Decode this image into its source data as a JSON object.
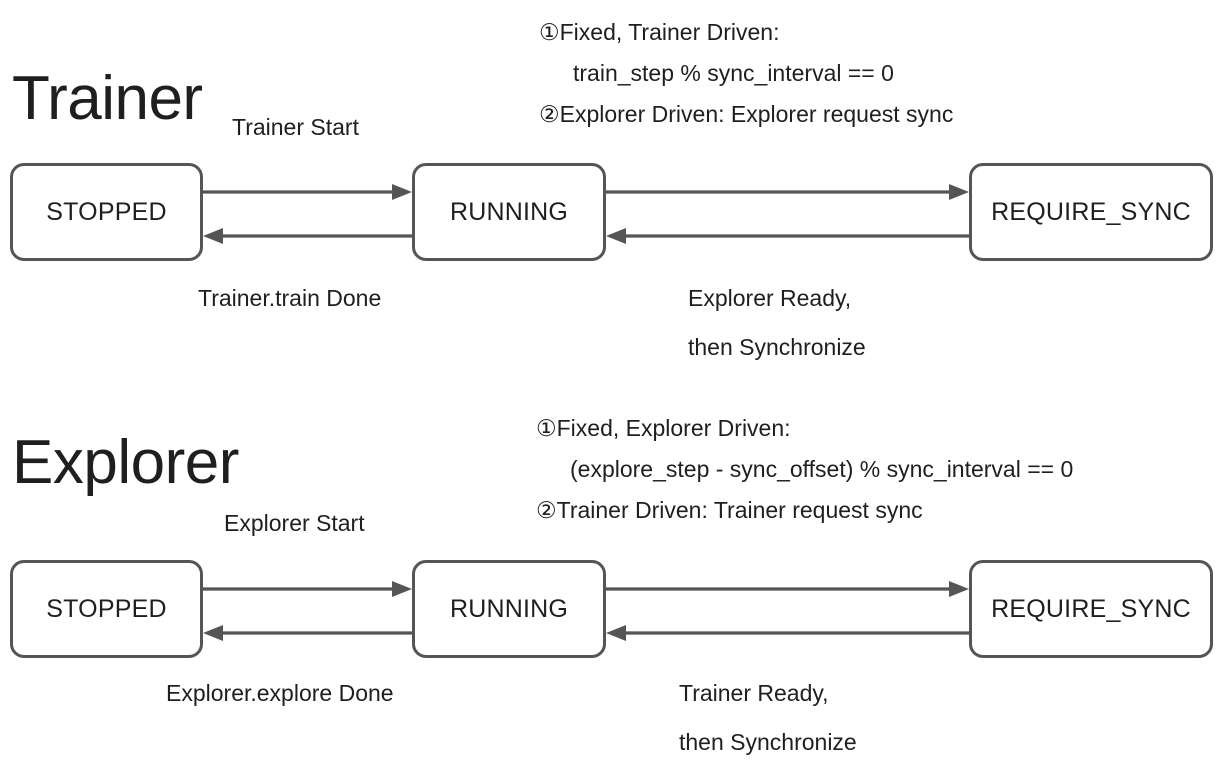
{
  "diagram": {
    "title_trainer": "Trainer",
    "title_explorer": "Explorer",
    "states": {
      "stopped": "STOPPED",
      "running": "RUNNING",
      "require_sync": "REQUIRE_SYNC"
    },
    "colors": {
      "stroke": "#555555",
      "text": "#1f1f1f",
      "background": "#ffffff"
    }
  },
  "trainer": {
    "heading": "Trainer",
    "states": {
      "stopped": "STOPPED",
      "running": "RUNNING",
      "require_sync": "REQUIRE_SYNC"
    },
    "transitions": {
      "start": "Trainer Start",
      "train_done": "Trainer.train Done",
      "ready_line1": "Explorer Ready,",
      "ready_line2": "then Synchronize"
    },
    "notes": {
      "line1": "①Fixed, Trainer Driven:",
      "line2": "train_step % sync_interval == 0",
      "line3": "②Explorer Driven: Explorer request sync"
    }
  },
  "explorer": {
    "heading": "Explorer",
    "states": {
      "stopped": "STOPPED",
      "running": "RUNNING",
      "require_sync": "REQUIRE_SYNC"
    },
    "transitions": {
      "start": "Explorer Start",
      "explore_done": "Explorer.explore Done",
      "ready_line1": "Trainer Ready,",
      "ready_line2": "then Synchronize"
    },
    "notes": {
      "line1": "①Fixed, Explorer Driven:",
      "line2": "(explore_step - sync_offset) % sync_interval == 0",
      "line3": "②Trainer Driven: Trainer request sync"
    }
  }
}
